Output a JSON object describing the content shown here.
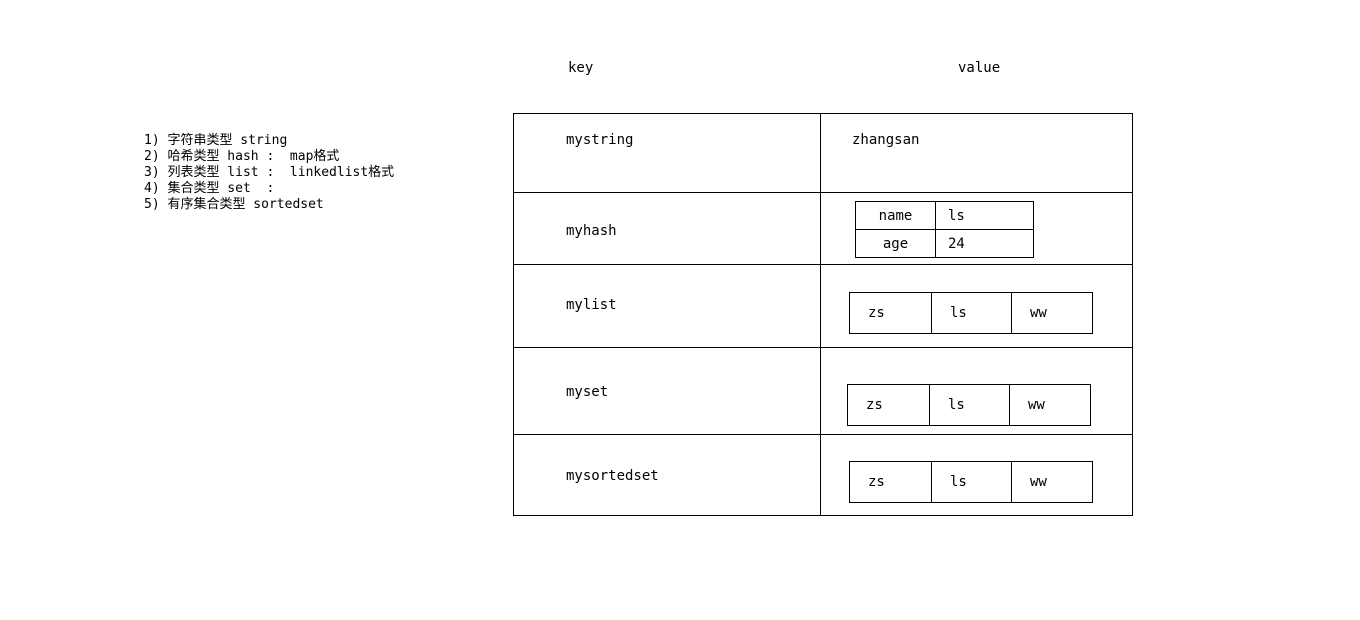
{
  "notes": {
    "lines": [
      "1) 字符串类型 string",
      "2) 哈希类型 hash :  map格式",
      "3) 列表类型 list :  linkedlist格式",
      "4) 集合类型 set  :",
      "5) 有序集合类型 sortedset"
    ]
  },
  "table": {
    "headers": {
      "key": "key",
      "value": "value"
    },
    "rows": [
      {
        "key": "mystring",
        "value_type": "text",
        "value_text": "zhangsan"
      },
      {
        "key": "myhash",
        "value_type": "hash",
        "pairs": [
          {
            "field": "name",
            "value": "ls"
          },
          {
            "field": "age",
            "value": "24"
          }
        ]
      },
      {
        "key": "mylist",
        "value_type": "strip",
        "items": [
          "zs",
          "ls",
          "ww"
        ]
      },
      {
        "key": "myset",
        "value_type": "strip",
        "items": [
          "zs",
          "ls",
          "ww"
        ]
      },
      {
        "key": "mysortedset",
        "value_type": "strip",
        "items": [
          "zs",
          "ls",
          "ww"
        ]
      }
    ]
  },
  "colors": {
    "background": "#ffffff",
    "ink": "#000000",
    "border": "#000000"
  }
}
